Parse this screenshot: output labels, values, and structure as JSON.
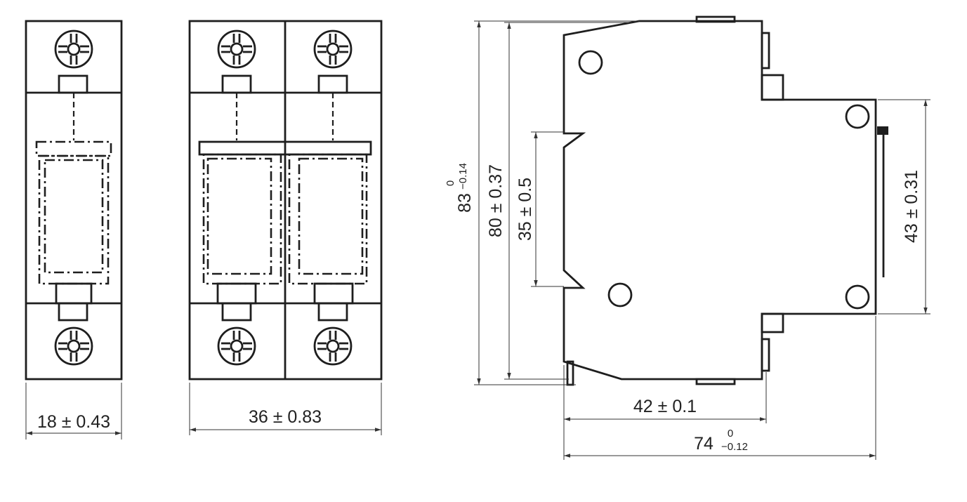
{
  "dimensions": {
    "single_width": "18 ± 0.43",
    "double_width": "36 ± 0.83",
    "total_height_main": "83",
    "total_height_upper_tol": "0",
    "total_height_lower_tol": "−0.14",
    "body_height": "80 ± 0.37",
    "rail_height": "35 ± 0.5",
    "front_height": "43 ± 0.31",
    "rail_depth": "42 ± 0.1",
    "total_depth_main": "74",
    "total_depth_upper_tol": "0",
    "total_depth_lower_tol": "−0.12"
  },
  "colors": {
    "line": "#1e1e1e",
    "background": "#ffffff"
  }
}
